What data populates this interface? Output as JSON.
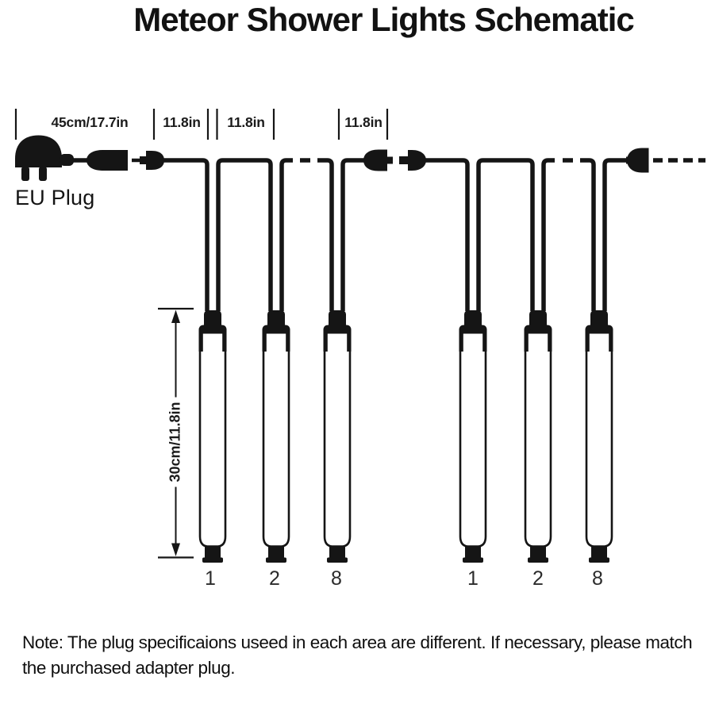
{
  "title": "Meteor Shower Lights Schematic",
  "plug": {
    "label": "EU Plug",
    "icon": "eu-plug-icon"
  },
  "dimensions": {
    "lead": "45cm/17.7in",
    "seg1": "11.8in",
    "seg2": "11.8in",
    "seg3": "11.8in",
    "tube_length": "30cm/11.8in"
  },
  "tubes": [
    {
      "number": "1"
    },
    {
      "number": "2"
    },
    {
      "number": "8"
    },
    {
      "number": "1"
    },
    {
      "number": "2"
    },
    {
      "number": "8"
    }
  ],
  "note": {
    "line1": "Note: The plug specificaions useed in each area are different. If necessary, please match",
    "line2": "the purchased adapter plug."
  },
  "icons": {
    "plug": "eu-plug-icon",
    "adapter": "adapter-connector-icon",
    "inline_connector": "inline-connector-icon",
    "end_connector": "end-connector-icon",
    "arrow": "tube-length-arrow-icon"
  },
  "colors": {
    "ink": "#151515",
    "background": "#ffffff",
    "number_color": "#2b2b2b"
  }
}
